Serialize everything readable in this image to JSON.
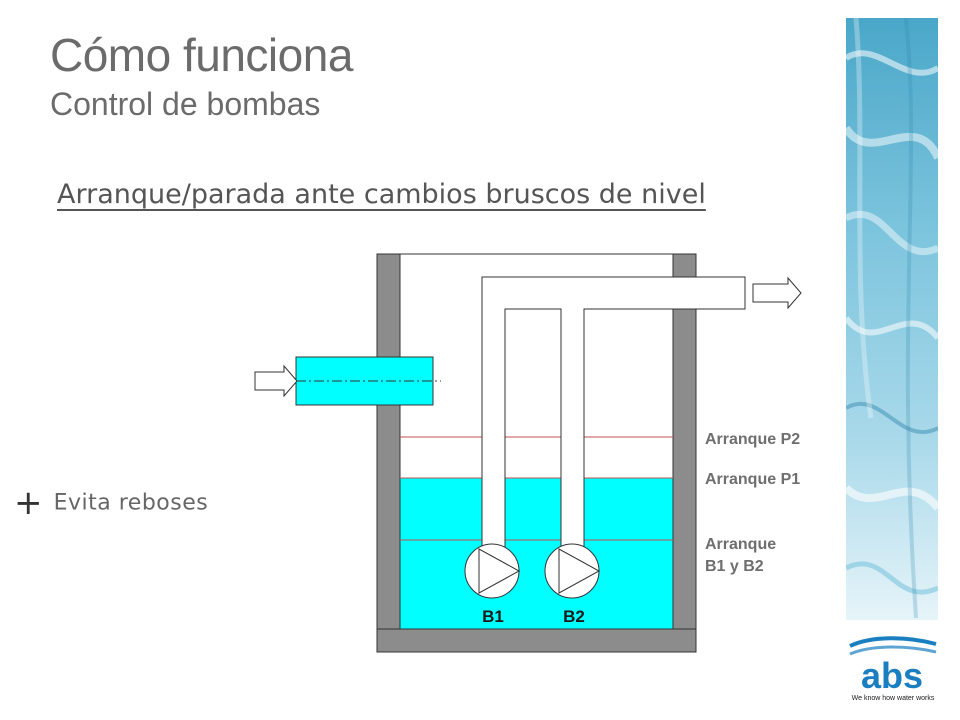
{
  "title": "Cómo funciona",
  "subtitle": "Control de bombas",
  "section_heading": "Arranque/parada ante cambios bruscos de nivel",
  "benefit": {
    "symbol": "+",
    "text": "Evita reboses"
  },
  "level_labels": {
    "p2": "Arranque P2",
    "p1": "Arranque P1",
    "both_line1": "Arranque",
    "both_line2": "B1 y B2"
  },
  "pumps": [
    "B1",
    "B2"
  ],
  "logo": {
    "name": "abs",
    "tagline": "We know how water works"
  },
  "colors": {
    "water": "#00ffff",
    "wall": "#8c8c8c",
    "level_line": "#c0504d",
    "brand_blue": "#1a7fc1"
  }
}
